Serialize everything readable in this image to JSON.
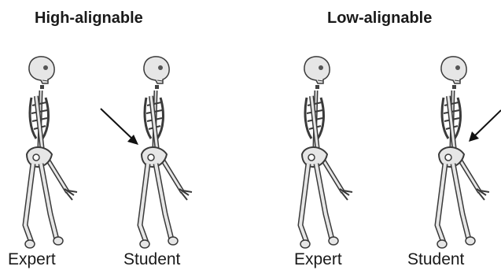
{
  "groups": [
    {
      "title": "High-alignable",
      "labels": [
        "Expert",
        "Student"
      ]
    },
    {
      "title": "Low-alignable",
      "labels": [
        "Expert",
        "Student"
      ]
    }
  ],
  "figures": [
    {
      "id": "high-expert",
      "arrow": false,
      "icon": "skeleton-walking-icon"
    },
    {
      "id": "high-student",
      "arrow": true,
      "icon": "skeleton-walking-icon"
    },
    {
      "id": "low-expert",
      "arrow": false,
      "icon": "skeleton-walking-icon"
    },
    {
      "id": "low-student",
      "arrow": true,
      "icon": "skeleton-walking-icon"
    }
  ],
  "colors": {
    "bone": "#e6e6e6",
    "outline": "#3a3a3a",
    "arrow": "#111111"
  }
}
